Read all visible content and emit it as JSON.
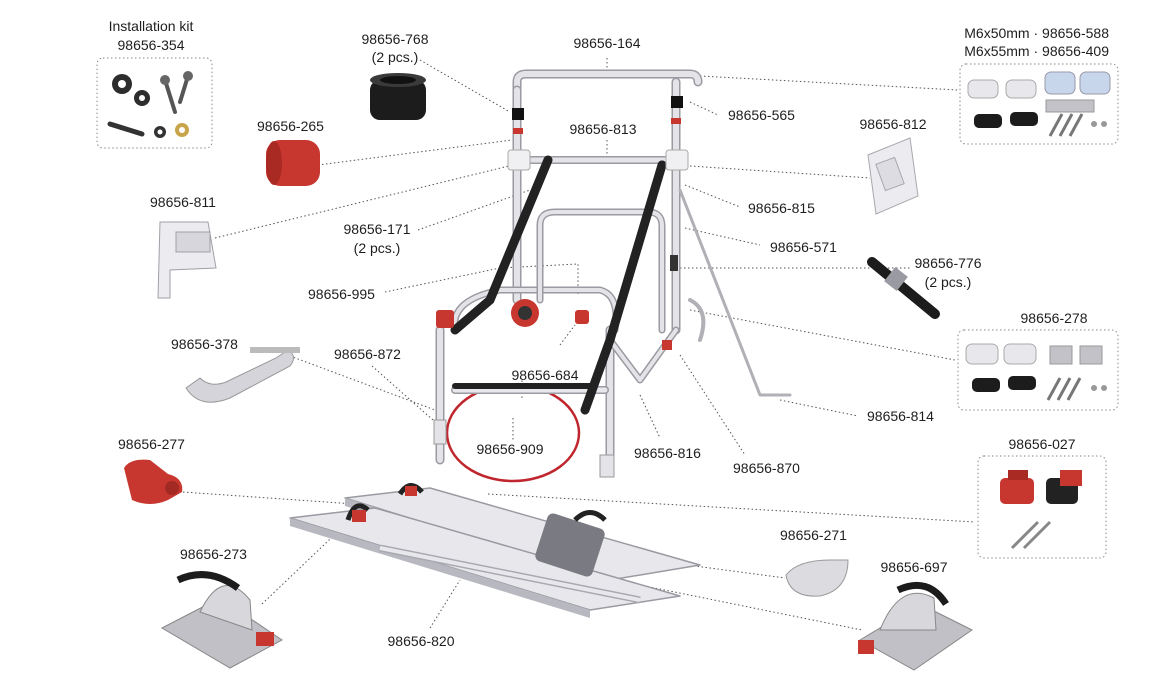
{
  "kit": {
    "title": "Installation kit",
    "code": "98656-354"
  },
  "screws": {
    "line1": "M6x50mm · 98656-588",
    "line2": "M6x55mm · 98656-409"
  },
  "parts": {
    "p768": "98656-768",
    "p768_qty": "(2 pcs.)",
    "p164": "98656-164",
    "p565": "98656-565",
    "p265": "98656-265",
    "p813": "98656-813",
    "p812": "98656-812",
    "p811": "98656-811",
    "p171": "98656-171",
    "p171_qty": "(2 pcs.)",
    "p815": "98656-815",
    "p571": "98656-571",
    "p776": "98656-776",
    "p776_qty": "(2 pcs.)",
    "p995": "98656-995",
    "p278": "98656-278",
    "p378": "98656-378",
    "p872": "98656-872",
    "p684": "98656-684",
    "p814": "98656-814",
    "p909": "98656-909",
    "p277": "98656-277",
    "p816": "98656-816",
    "p870": "98656-870",
    "p027": "98656-027",
    "p271": "98656-271",
    "p273": "98656-273",
    "p697": "98656-697",
    "p820": "98656-820"
  },
  "colors": {
    "highlight": "#c0262d",
    "part_red": "#c8372f",
    "frame": "#d8d8dc",
    "strap": "#222222"
  }
}
